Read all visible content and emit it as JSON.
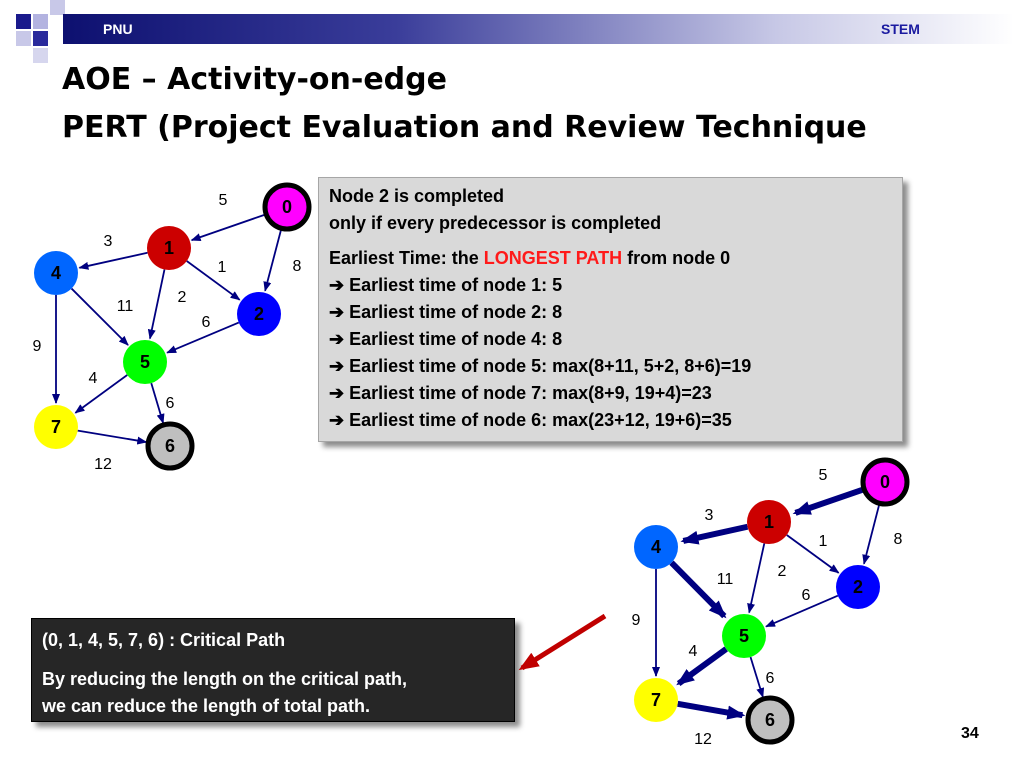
{
  "header": {
    "left_label": "PNU",
    "right_label": "STEM"
  },
  "title": {
    "line1": "AOE – Activity-on-edge",
    "line2": "PERT (Project Evaluation and Review Technique"
  },
  "info_box": {
    "line1": "Node 2 is completed",
    "line2": "only if every predecessor is completed",
    "earliest_prefix": "Earliest Time: the ",
    "earliest_highlight": "LONGEST PATH",
    "earliest_suffix": " from node 0",
    "results": [
      "➔ Earliest time of node 1: 5",
      "➔ Earliest time of node 2: 8",
      "➔ Earliest time of node 4: 8",
      "➔ Earliest time of node 5: max(8+11, 5+2, 8+6)=19",
      "➔ Earliest time of node 7: max(8+9, 19+4)=23",
      "➔ Earliest time of node 6: max(23+12, 19+6)=35"
    ]
  },
  "critical_box": {
    "line1": "(0, 1, 4, 5, 7, 6) : Critical Path",
    "line2": "By reducing the length on the critical path,",
    "line3": "we can reduce the length of total path."
  },
  "page_number": "34",
  "graph": {
    "nodes": [
      {
        "id": "0",
        "fill": "#ff00ff",
        "text_color": "#000000",
        "ring": true
      },
      {
        "id": "1",
        "fill": "#cc0000",
        "text_color": "#000000",
        "ring": false
      },
      {
        "id": "2",
        "fill": "#0000ff",
        "text_color": "#000000",
        "ring": false
      },
      {
        "id": "4",
        "fill": "#0066ff",
        "text_color": "#000000",
        "ring": false
      },
      {
        "id": "5",
        "fill": "#00ff00",
        "text_color": "#000000",
        "ring": false
      },
      {
        "id": "7",
        "fill": "#ffff00",
        "text_color": "#000000",
        "ring": false
      },
      {
        "id": "6",
        "fill": "#bfbfbf",
        "text_color": "#000000",
        "ring": true
      }
    ],
    "edges": [
      {
        "from": "0",
        "to": "1",
        "weight": "5",
        "critical": true
      },
      {
        "from": "0",
        "to": "2",
        "weight": "8",
        "critical": false
      },
      {
        "from": "1",
        "to": "4",
        "weight": "3",
        "critical": true
      },
      {
        "from": "1",
        "to": "2",
        "weight": "1",
        "critical": false
      },
      {
        "from": "1",
        "to": "5",
        "weight": "2",
        "critical": false
      },
      {
        "from": "4",
        "to": "5",
        "weight": "11",
        "critical": true
      },
      {
        "from": "4",
        "to": "7",
        "weight": "9",
        "critical": false
      },
      {
        "from": "2",
        "to": "5",
        "weight": "6",
        "critical": false
      },
      {
        "from": "5",
        "to": "7",
        "weight": "4",
        "critical": true
      },
      {
        "from": "5",
        "to": "6",
        "weight": "6",
        "critical": false
      },
      {
        "from": "7",
        "to": "6",
        "weight": "12",
        "critical": true
      }
    ]
  },
  "colors": {
    "edge": "#000080",
    "pointer_arrow": "#c00000"
  }
}
